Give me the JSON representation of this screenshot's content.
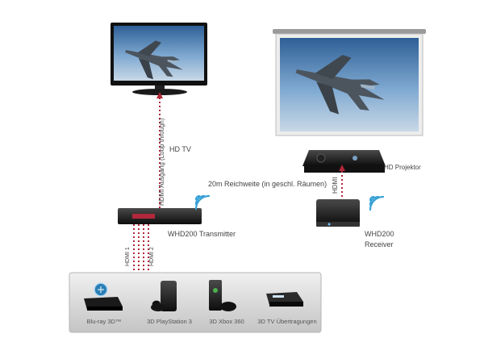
{
  "labels": {
    "hd_tv": "HD TV",
    "hdmi_loop": "HDMI Ausgang (Loop through)",
    "range": "20m Reichweite (in geschl. Räumen)",
    "hd_projector": "HD Projektor",
    "hdmi_receiver_link": "HDMI",
    "transmitter": "WHD200 Transmitter",
    "receiver_line1": "WHD200",
    "receiver_line2": "Receiver",
    "hdmi1": "HDMI 1",
    "hdmi2": "HDMI 2"
  },
  "sources": [
    {
      "icon": "blu-ray-player-icon",
      "label": "Blu-ray 3D™"
    },
    {
      "icon": "playstation-3-icon",
      "label": "3D PlayStation 3"
    },
    {
      "icon": "xbox-360-icon",
      "label": "3D Xbox 360"
    },
    {
      "icon": "tv-receiver-icon",
      "label": "3D TV Übertragungen"
    }
  ],
  "colors": {
    "cable": "#b0283a",
    "wifi": "#3aa2d6",
    "sky": "#4f86bb",
    "panel": "#d8d8d8"
  }
}
